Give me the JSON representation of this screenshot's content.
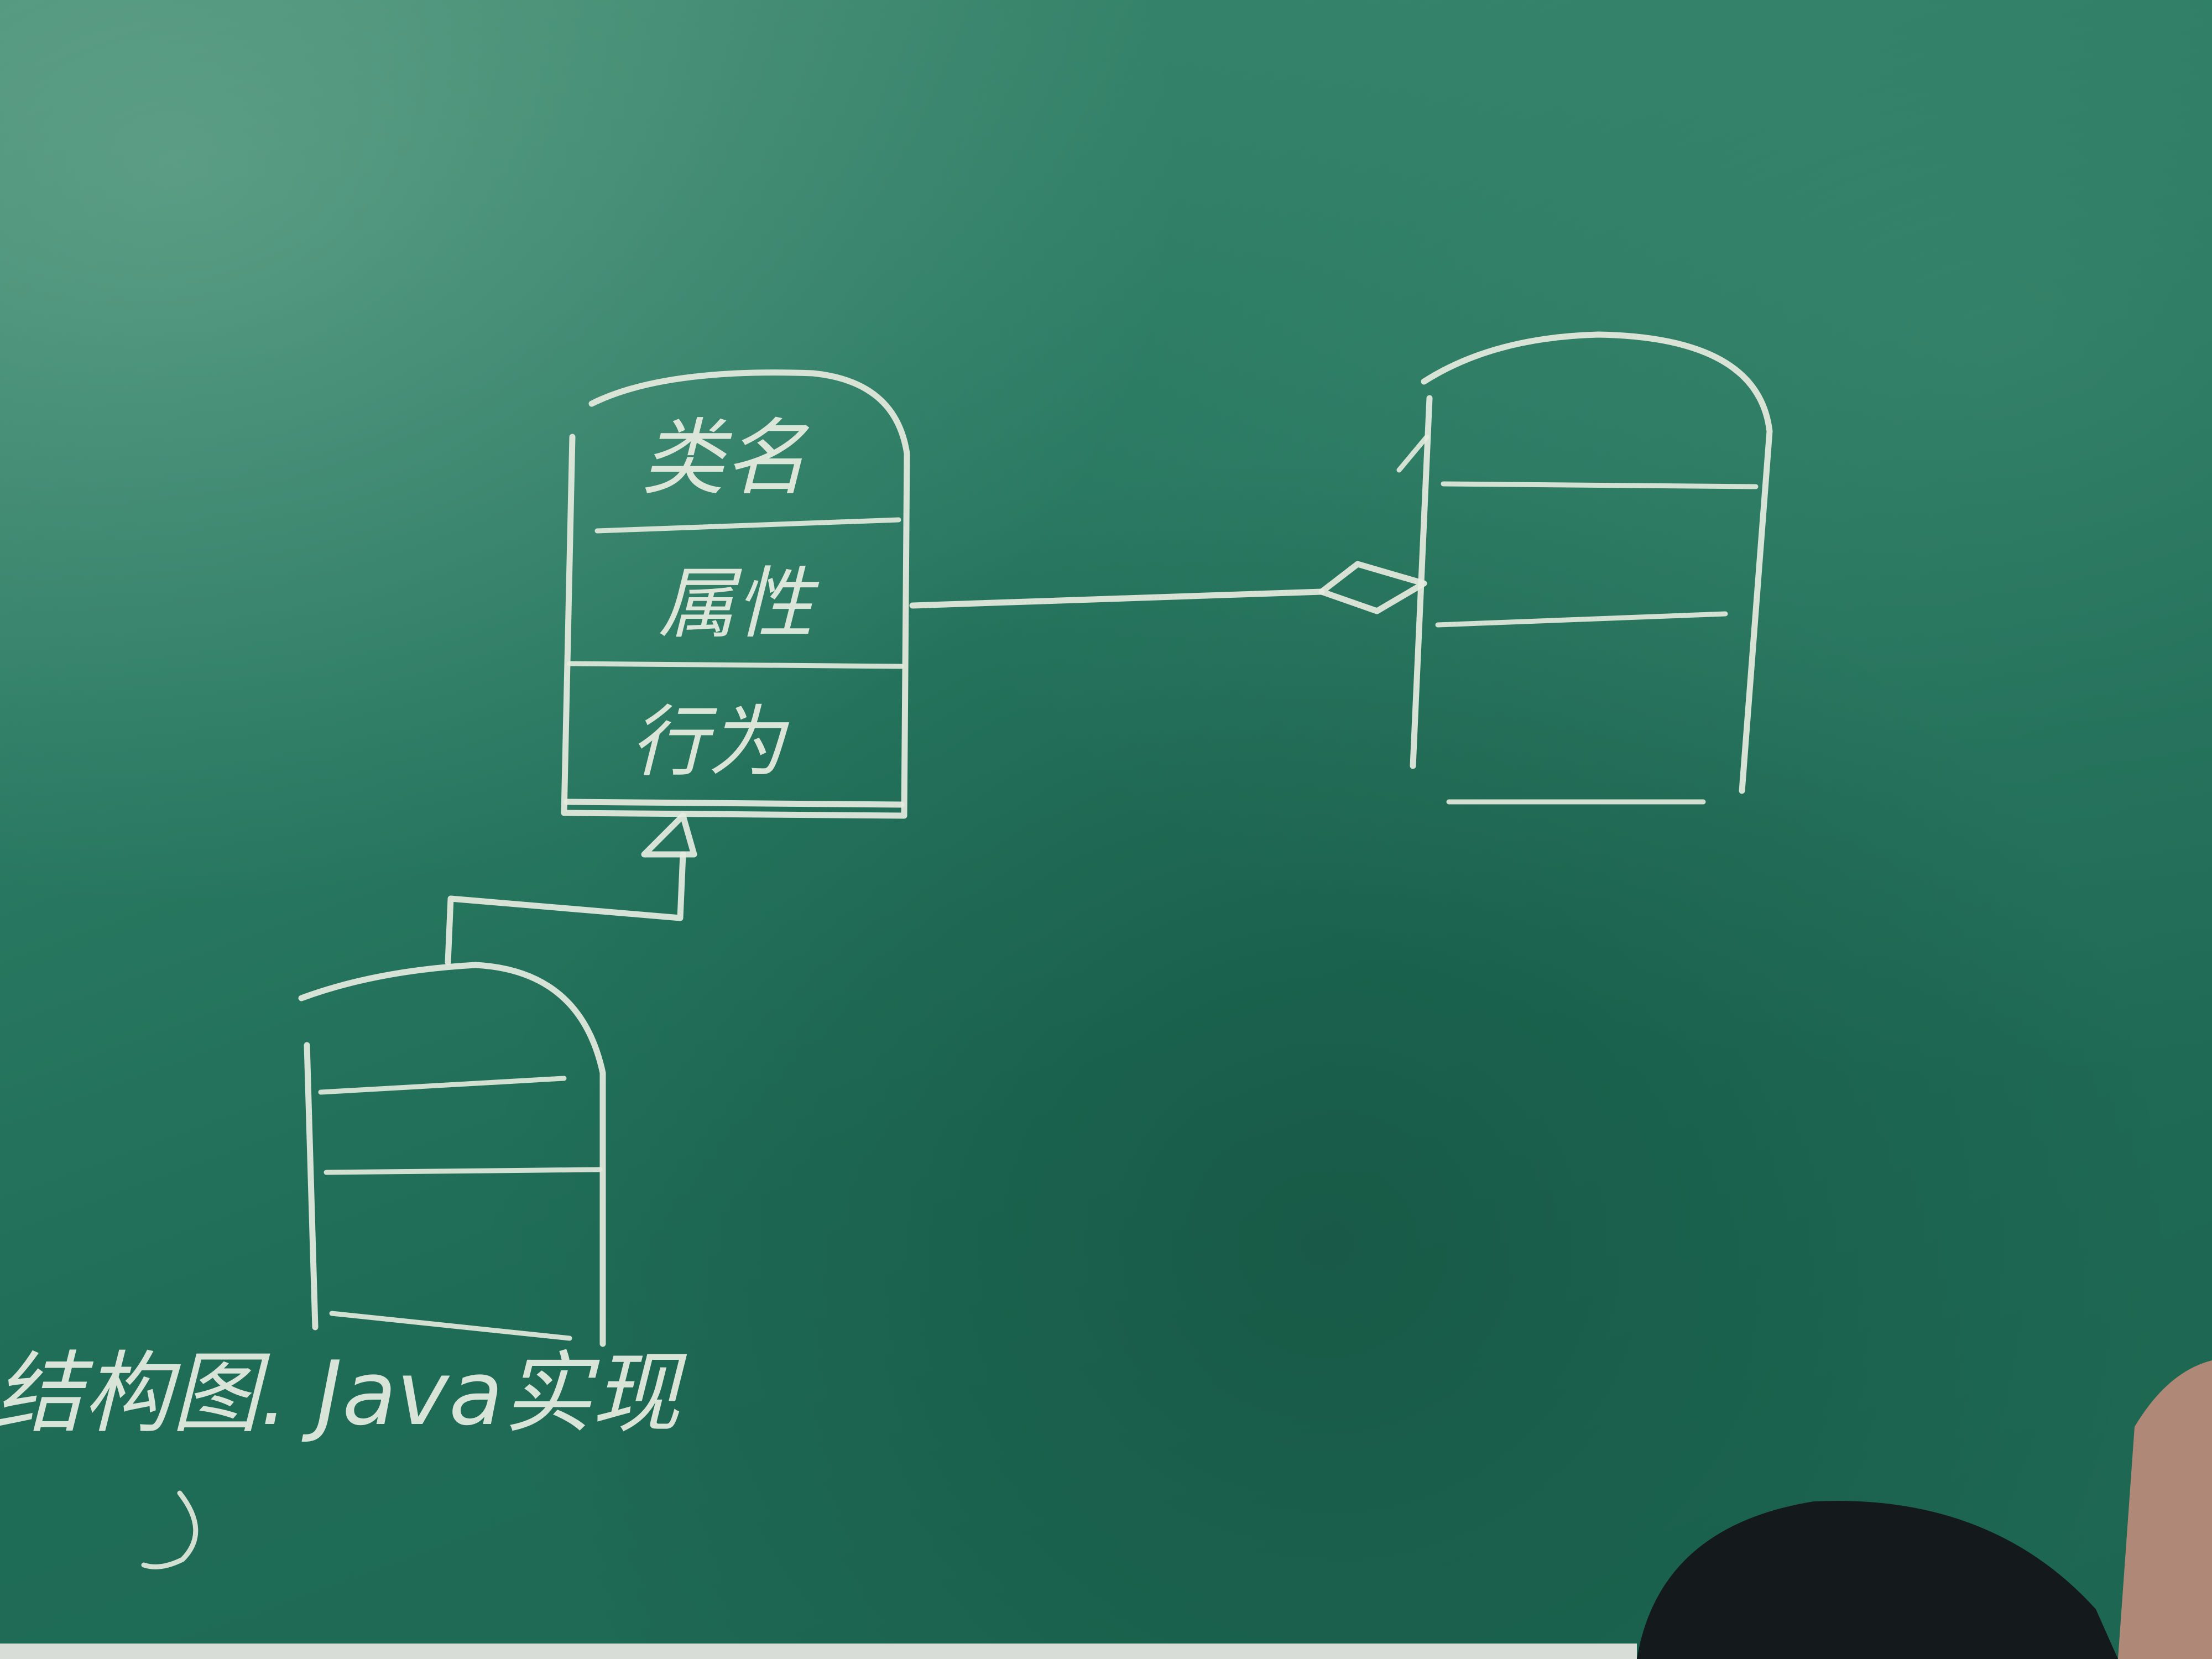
{
  "main_class": {
    "name": "类名",
    "attributes": "属性",
    "behaviors": "行为"
  },
  "caption": {
    "text": "结构图. Java实现"
  },
  "relationships": [
    {
      "type": "aggregation"
    },
    {
      "type": "generalization"
    }
  ],
  "colors": {
    "board": "#1f6a55",
    "chalk": "#e6ecdf"
  }
}
